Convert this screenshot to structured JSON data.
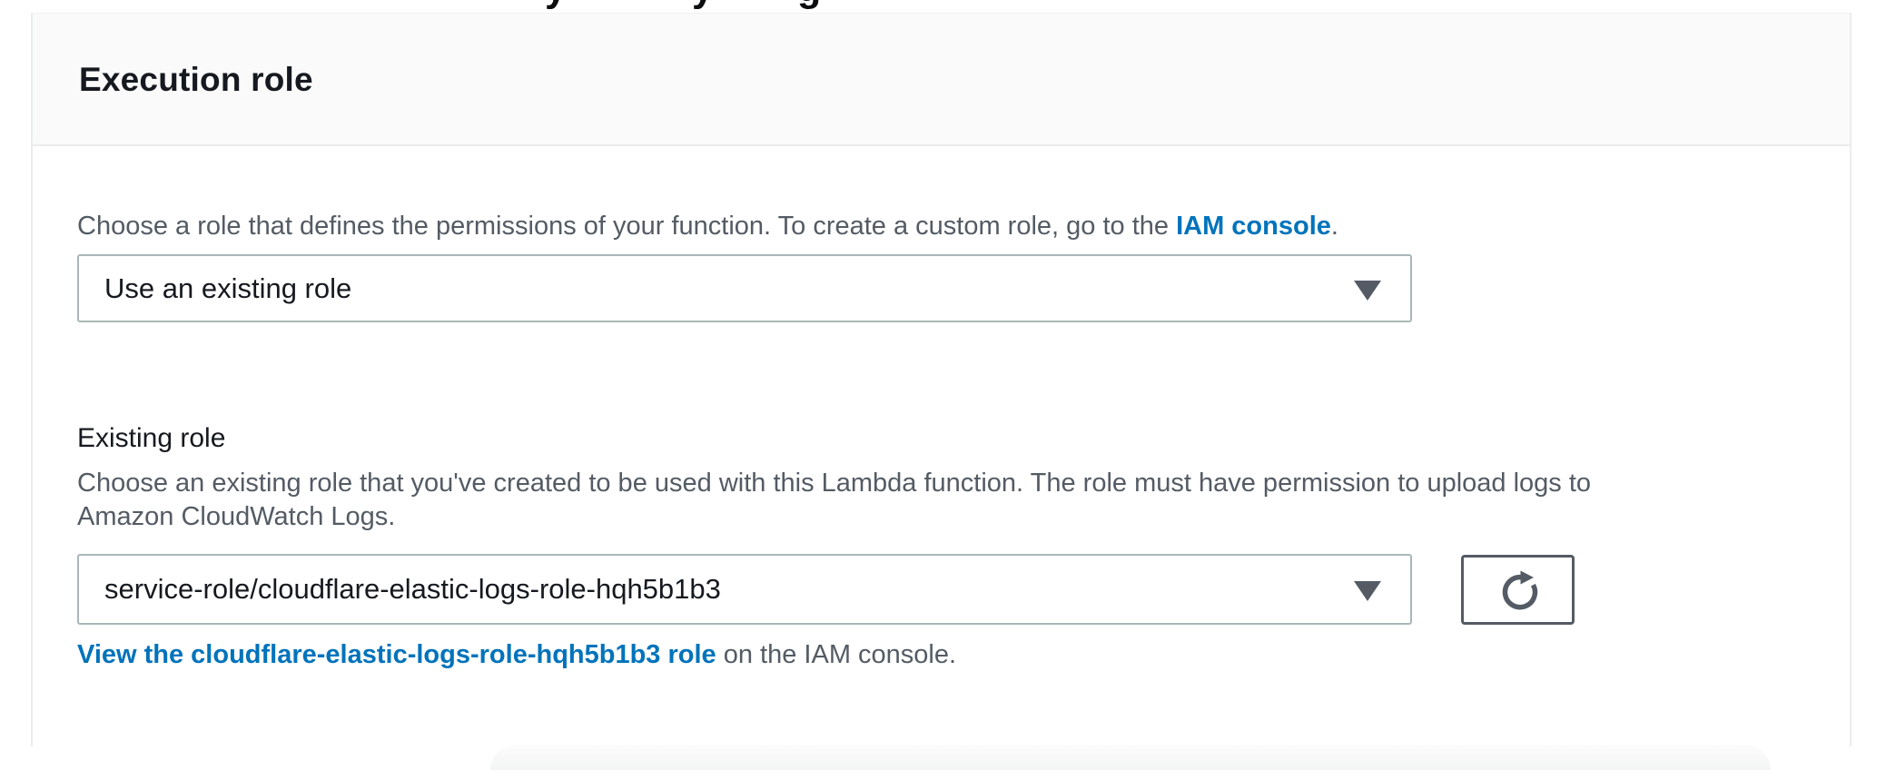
{
  "top_clipped": {
    "fragments": [
      "y",
      "y",
      "g"
    ]
  },
  "section": {
    "title": "Execution role",
    "intro": {
      "text_before_link": "Choose a role that defines the permissions of your function. To create a custom role, go to the ",
      "link_text": "IAM console",
      "text_after_link": "."
    },
    "role_source_select": {
      "value": "Use an existing role",
      "caret_icon": "dropdown-caret-icon"
    },
    "existing_role_field": {
      "label": "Existing role",
      "description_lines": [
        "Choose an existing role that you've created to be used with this Lambda function. The role must have permission to upload logs to",
        "Amazon CloudWatch Logs."
      ],
      "select_value": "service-role/cloudflare-elastic-logs-role-hqh5b1b3",
      "refresh_button_icon": "refresh-icon"
    },
    "view_role_link": {
      "link_text": "View the cloudflare-elastic-logs-role-hqh5b1b3 role",
      "suffix_text": " on the IAM console."
    }
  },
  "colors": {
    "link_blue": "#0073bb",
    "text_dark": "#16191f",
    "text_gray": "#545b64",
    "panel_border": "#eaeded",
    "control_border": "#aab7b8",
    "button_border": "#545b64",
    "header_bg": "#fafafa"
  }
}
